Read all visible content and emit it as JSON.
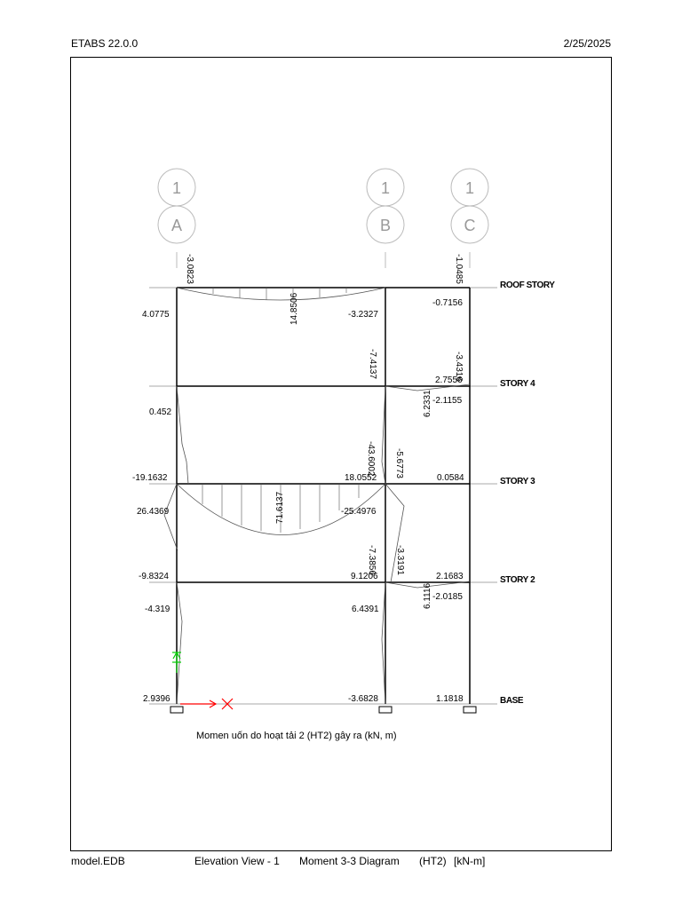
{
  "header": {
    "app": "ETABS 22.0.0",
    "date": "2/25/2025"
  },
  "footer": {
    "file": "model.EDB",
    "view": "Elevation View - 1",
    "diagram": "Moment 3-3 Diagram",
    "case": "(HT2)",
    "units": "[kN-m]"
  },
  "grid": {
    "bubbles_top": [
      "1",
      "1",
      "1"
    ],
    "bubbles_bottom": [
      "A",
      "B",
      "C"
    ]
  },
  "stories": [
    "ROOF STORY",
    "STORY 4",
    "STORY 3",
    "STORY 2",
    "BASE"
  ],
  "caption": "Momen uốn do hoạt tải 2 (HT2) gây ra (kN, m)",
  "values": {
    "roof_a_top": "-3.0823",
    "roof_c_top": "-1.0485",
    "roof_mid": "14.8506",
    "l5_a": "4.0775",
    "l5_b": "-3.2327",
    "l5_c": "-0.7156",
    "l5_b_low": "-7.4137",
    "l5_c_low": "-3.4316",
    "s4_c_top": "2.7556",
    "s4_c": "-2.1155",
    "s4_col_b": "6.2331",
    "l4_a": "0.452",
    "l4_b_low": "-43.6002",
    "l4_c_low": "-5.6773",
    "s3_a": "-19.1632",
    "s3_b": "18.0552",
    "s3_c": "0.0584",
    "l3_a": "26.4369",
    "l3_mid": "71.6137",
    "l3_b": "-25.4976",
    "l3_b_low": "-7.3856",
    "l3_c_low": "-3.3191",
    "s2_a": "-9.8324",
    "s2_b": "9.1206",
    "s2_c": "2.1683",
    "s2_c2": "-2.0185",
    "s2_col_b": "6.1116",
    "l2_a": "-4.319",
    "l2_b": "6.4391",
    "base_a": "2.9396",
    "base_b": "-3.6828",
    "base_c": "1.1818"
  },
  "colors": {
    "axis_x": "#ff0000",
    "axis_z": "#00cc00",
    "grid_bubble": "#999999"
  }
}
